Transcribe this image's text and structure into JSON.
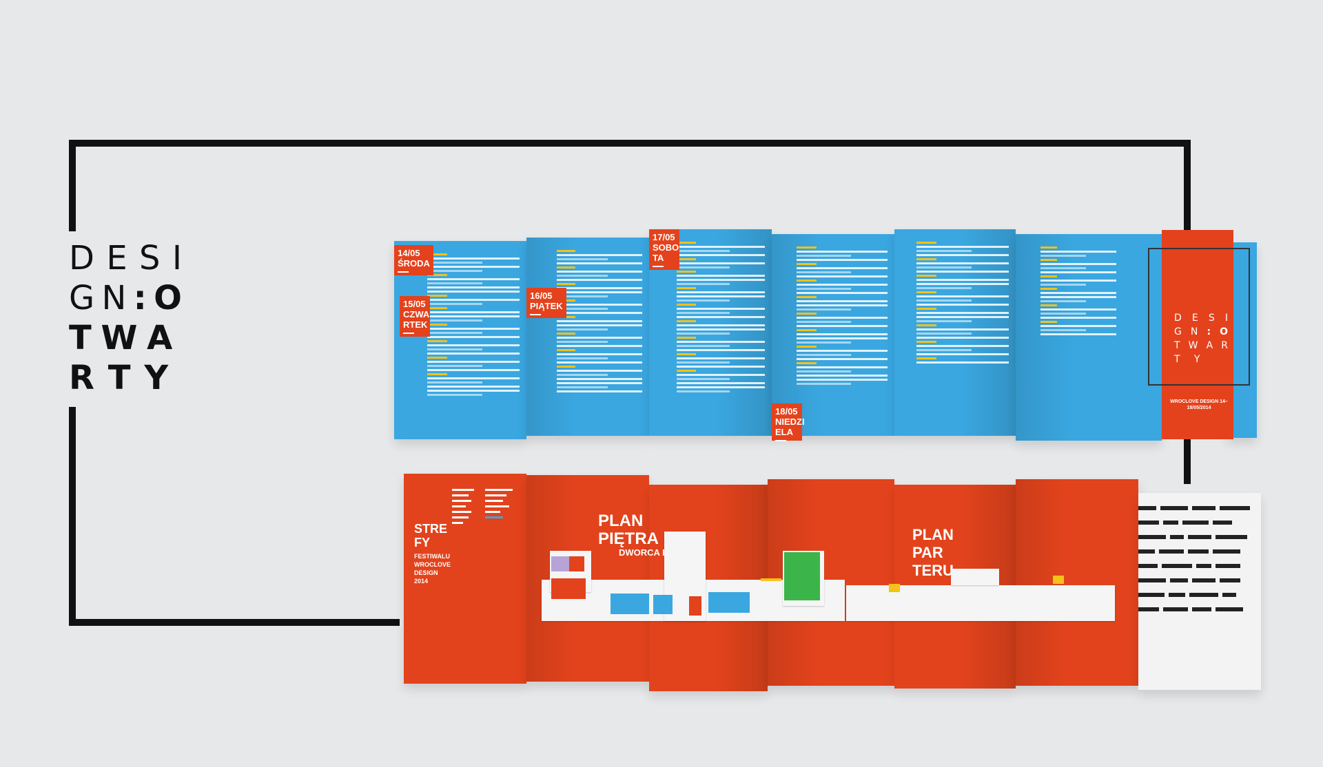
{
  "logo": {
    "rows": [
      {
        "letters": [
          "D",
          "E",
          "S",
          "I"
        ],
        "style": "thin"
      },
      {
        "letters": [
          "G",
          "N",
          ":",
          "O"
        ],
        "style": "mixed"
      },
      {
        "letters": [
          "T",
          "W",
          "A",
          ""
        ],
        "style": "bold"
      },
      {
        "letters": [
          "R",
          "T",
          "Y",
          ""
        ],
        "style": "bold"
      }
    ]
  },
  "blue_brochure": {
    "dates": [
      {
        "top": "14/05",
        "bottom": "ŚRODA"
      },
      {
        "top": "15/05",
        "bottom": "CZWA RTEK"
      },
      {
        "top": "16/05",
        "bottom": "PIĄTEK"
      },
      {
        "top": "17/05",
        "bottom": "SOBO TA"
      },
      {
        "top": "18/05",
        "bottom": "NIEDZI ELA"
      }
    ],
    "cover_rows": [
      {
        "letters": [
          "D",
          "E",
          "S",
          "I"
        ]
      },
      {
        "letters": [
          "G",
          "N",
          ":",
          "O"
        ]
      },
      {
        "letters": [
          "T",
          "W",
          "A",
          "R"
        ]
      },
      {
        "letters": [
          "T",
          "Y",
          "",
          ""
        ]
      }
    ],
    "cover_subtitle": "WROCLOVE DESIGN 14–18/05/2014"
  },
  "orange_brochure": {
    "strefy_title": "STRE FY",
    "strefy_sub": "FESTIWALU WROCLOVE DESIGN 2014",
    "plan_pietra_title": "PLAN PIĘTRA",
    "plan_pietra_sub": "DWORCA PKP",
    "plan_parteru_title": "PLAN PAR TERU"
  },
  "colors": {
    "background": "#e7e8ea",
    "blue": "#3aa7e0",
    "orange": "#e2431c",
    "black": "#111111"
  }
}
